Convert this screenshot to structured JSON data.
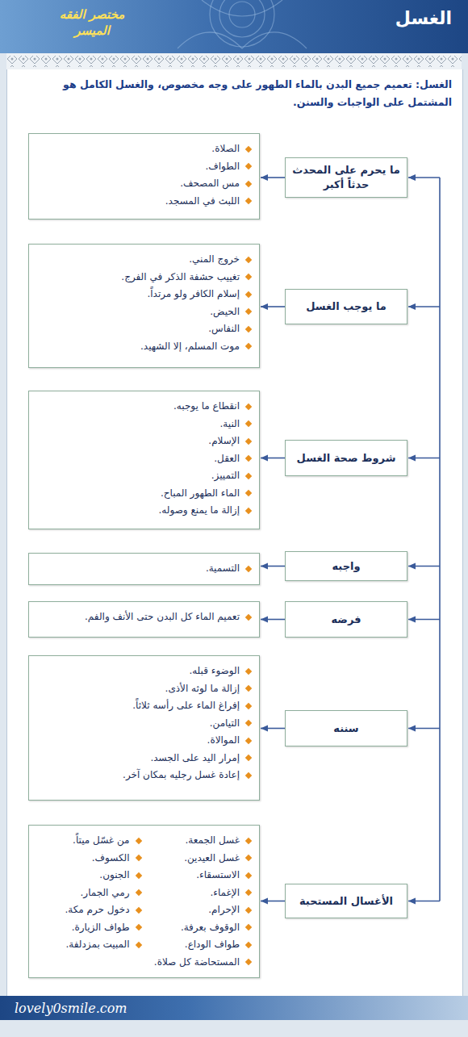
{
  "diagram": {
    "title": "الغسل",
    "nodes": [
      {
        "text": [
          "ما يحرم على المحدث حدثاً أكبر"
        ]
      },
      {
        "text": [
          "الصلاة.",
          "الطواف.",
          "مس المصحف.",
          "اللبث في المسجد."
        ]
      },
      {
        "text": [
          "ما يوجب الغسل"
        ]
      },
      {
        "text": [
          "خروج المني.",
          "تغييب حشفة الذكر في الفرج.",
          "إسلام الكافر ولو مرتداً.",
          "الحيض.",
          "النفاس.",
          "موت المسلم، إلا الشهيد."
        ]
      },
      {
        "text": [
          "شروط صحة الغسل"
        ]
      },
      {
        "text": [
          "انقطاع ما يوجبه.",
          "النية.",
          "الإسلام.",
          "العقل.",
          "التمييز.",
          "الماء الطهور المباح.",
          "إزالة ما يمنع وصوله."
        ]
      },
      {
        "text": [
          "واجبه"
        ]
      },
      {
        "text": [
          "التسمية."
        ]
      },
      {
        "text": [
          "فرضه"
        ]
      },
      {
        "text": [
          "تعميم الماء كل البدن حتى الأنف والفم."
        ]
      },
      {
        "text": [
          "سننه"
        ]
      },
      {
        "text": [
          "الوضوء قبله.",
          "إزالة ما لوثه الأذى.",
          "إفراغ الماء على رأسه ثلاثاً.",
          "التيامن.",
          "الموالاة.",
          "إمرار اليد على الجسد.",
          "إعادة غسل رجليه بمكان آخر."
        ]
      },
      {
        "text": [
          "الأغسال المستحبة"
        ]
      },
      {
        "text": [
          "غسل الجمعة.",
          "من غسّل ميتاً.",
          "غسل العيدين.",
          "الكسوف.",
          "الاستسقاء.",
          "الجنون.",
          "الإغماء.",
          "رمي الجمار.",
          "الإحرام.",
          "دخول حرم مكة.",
          "الوقوف بعرفة.",
          "طواف الزيارة.",
          "طواف الوداع.",
          "المبيت بمزدلفة.",
          "المستحاضة كل صلاة."
        ]
      }
    ],
    "edges": [
      {
        "from": 0,
        "to": 1,
        "arrow": "to"
      },
      {
        "from": 2,
        "to": 3,
        "arrow": "to"
      },
      {
        "from": 4,
        "to": 5,
        "arrow": "to"
      },
      {
        "from": 6,
        "to": 7,
        "arrow": "to"
      },
      {
        "from": 8,
        "to": 9,
        "arrow": "to"
      },
      {
        "from": 10,
        "to": 11,
        "arrow": "to"
      },
      {
        "from": 12,
        "to": 13,
        "arrow": "to"
      }
    ],
    "labels": [
      "مختصر الفقه الميسر",
      "الغسل: تعميم جميع البدن بالماء الطهور على وجه مخصوص، والغسل الكامل هو المشتمل على الواجبات والسنن.",
      "lovely0smile.com"
    ]
  }
}
